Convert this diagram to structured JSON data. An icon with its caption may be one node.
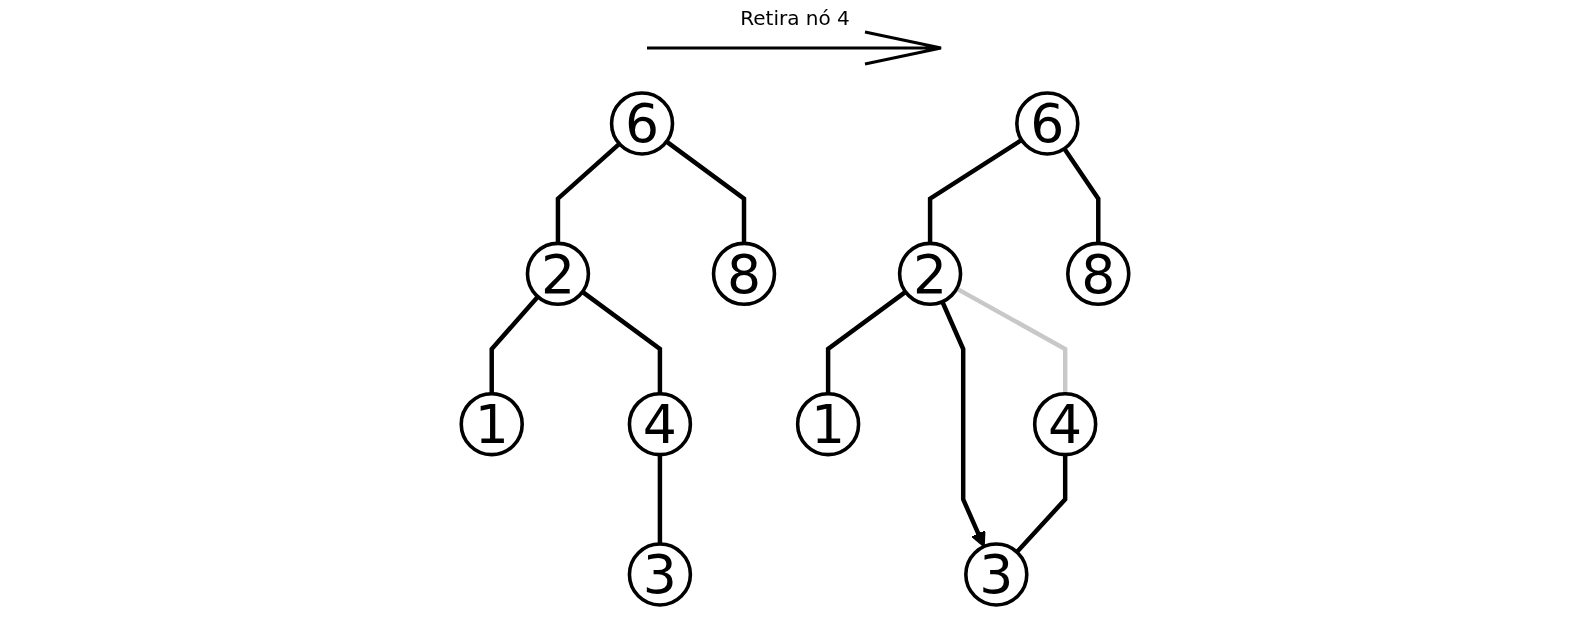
{
  "diagram": {
    "nodes": [
      {
        "text": [
          "6"
        ]
      },
      {
        "text": [
          "2"
        ]
      },
      {
        "text": [
          "8"
        ]
      },
      {
        "text": [
          "1"
        ]
      },
      {
        "text": [
          "4"
        ]
      },
      {
        "text": [
          "3"
        ]
      },
      {
        "text": [
          "6"
        ]
      },
      {
        "text": [
          "2"
        ]
      },
      {
        "text": [
          "8"
        ]
      },
      {
        "text": [
          "1"
        ]
      },
      {
        "text": [
          "4"
        ]
      },
      {
        "text": [
          "3"
        ]
      }
    ],
    "edges": [
      {
        "from": 0,
        "to": 1,
        "arrow": "none"
      },
      {
        "from": 0,
        "to": 2,
        "arrow": "none"
      },
      {
        "from": 1,
        "to": 3,
        "arrow": "none"
      },
      {
        "from": 1,
        "to": 4,
        "arrow": "none"
      },
      {
        "from": 4,
        "to": 5,
        "arrow": "none"
      },
      {
        "from": 6,
        "to": 7,
        "arrow": "none"
      },
      {
        "from": 6,
        "to": 8,
        "arrow": "none"
      },
      {
        "from": 7,
        "to": 9,
        "arrow": "none"
      },
      {
        "from": 7,
        "to": 10,
        "arrow": "none",
        "color": "#c8c8c8"
      },
      {
        "from": 7,
        "to": 11,
        "arrow": "to"
      },
      {
        "from": 10,
        "to": 11,
        "arrow": "none"
      }
    ],
    "labels": [
      "Retira nó 4"
    ]
  }
}
